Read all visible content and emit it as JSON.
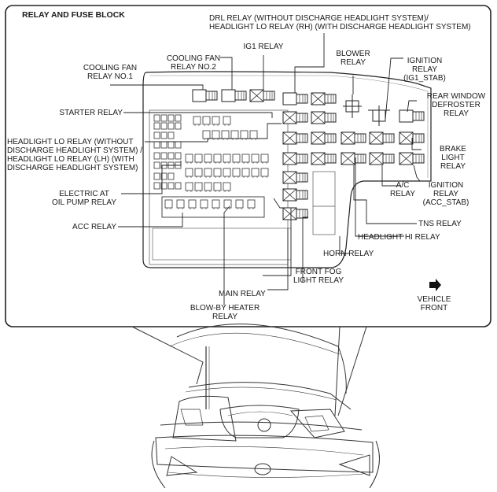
{
  "diagram": {
    "title": "RELAY AND FUSE BLOCK",
    "labels": {
      "drl_relay": "DRL RELAY (WITHOUT DISCHARGE HEADLIGHT SYSTEM)/\nHEADLIGHT LO RELAY (RH) (WITH DISCHARGE HEADLIGHT SYSTEM)",
      "ig1_relay": "IG1 RELAY",
      "cooling_fan_2": "COOLING FAN\nRELAY NO.2",
      "blower_relay": "BLOWER\nRELAY",
      "ignition_relay_ig1": "IGNITION\nRELAY\n(IG1_STAB)",
      "cooling_fan_1": "COOLING FAN\nRELAY NO.1",
      "rear_window_defroster": "REAR WINDOW\nDEFROSTER\nRELAY",
      "starter_relay": "STARTER RELAY",
      "headlight_lo_relay": "HEADLIGHT LO RELAY (WITHOUT\nDISCHARGE HEADLIGHT SYSTEM) /\nHEADLIGHT LO RELAY (LH) (WITH\nDISCHARGE HEADLIGHT SYSTEM)",
      "brake_light_relay": "BRAKE\nLIGHT\nRELAY",
      "electric_at_oil_pump": "ELECTRIC AT\nOIL PUMP RELAY",
      "ac_relay": "A/C\nRELAY",
      "ignition_relay_acc": "IGNITION\nRELAY\n(ACC_STAB)",
      "acc_relay": "ACC RELAY",
      "tns_relay": "TNS RELAY",
      "headlight_hi_relay": "HEADLIGHT HI RELAY",
      "horn_relay": "HORN RELAY",
      "front_fog_light_relay": "FRONT FOG\nLIGHT RELAY",
      "main_relay": "MAIN RELAY",
      "vehicle_front": "VEHICLE\nFRONT",
      "blow_by_heater_relay": "BLOW-BY HEATER\nRELAY"
    }
  }
}
